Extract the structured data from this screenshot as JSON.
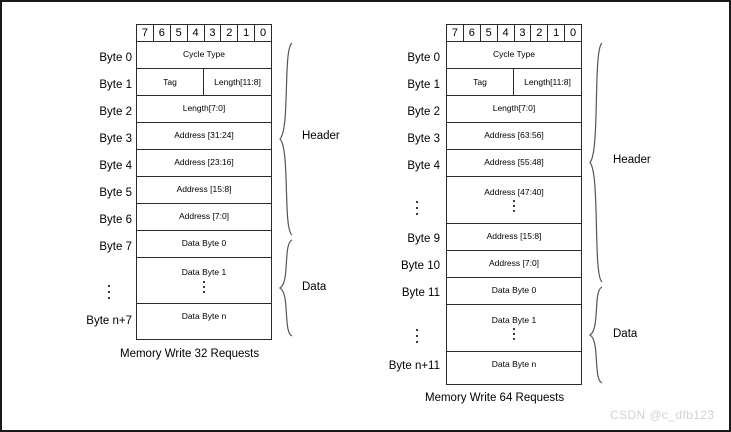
{
  "bit_header": [
    "7",
    "6",
    "5",
    "4",
    "3",
    "2",
    "1",
    "0"
  ],
  "labels": {
    "header": "Header",
    "data": "Data"
  },
  "watermark": "CSDN @c_dfb123",
  "diagrams": [
    {
      "id": "mw32",
      "caption": "Memory Write 32 Requests",
      "byte_labels": [
        {
          "text": "Byte 0"
        },
        {
          "text": "Byte 1"
        },
        {
          "text": "Byte 2"
        },
        {
          "text": "Byte 3"
        },
        {
          "text": "Byte 4"
        },
        {
          "text": "Byte 5"
        },
        {
          "text": "Byte 6"
        },
        {
          "text": "Byte 7"
        },
        {
          "text": "⋮",
          "ellipsis": true
        },
        {
          "text": "Byte n+7"
        }
      ],
      "rows": [
        {
          "type": "single",
          "text": "Cycle Type"
        },
        {
          "type": "split",
          "left": "Tag",
          "right": "Length[11:8]"
        },
        {
          "type": "single",
          "text": "Length[7:0]"
        },
        {
          "type": "single",
          "text": "Address [31:24]"
        },
        {
          "type": "single",
          "text": "Address [23:16]"
        },
        {
          "type": "single",
          "text": "Address [15:8]"
        },
        {
          "type": "single",
          "text": "Address [7:0]"
        },
        {
          "type": "single",
          "text": "Data Byte 0"
        },
        {
          "type": "stack",
          "text": "Data Byte 1"
        },
        {
          "type": "single",
          "text": "Data Byte n"
        }
      ]
    },
    {
      "id": "mw64",
      "caption": "Memory Write 64 Requests",
      "byte_labels": [
        {
          "text": "Byte 0"
        },
        {
          "text": "Byte 1"
        },
        {
          "text": "Byte 2"
        },
        {
          "text": "Byte 3"
        },
        {
          "text": "Byte 4"
        },
        {
          "text": "⋮",
          "ellipsis": true
        },
        {
          "text": "Byte 9"
        },
        {
          "text": "Byte 10"
        },
        {
          "text": "Byte 11"
        },
        {
          "text": "⋮",
          "ellipsis": true
        },
        {
          "text": "Byte n+11"
        }
      ],
      "rows": [
        {
          "type": "single",
          "text": "Cycle Type"
        },
        {
          "type": "split",
          "left": "Tag",
          "right": "Length[11:8]"
        },
        {
          "type": "single",
          "text": "Length[7:0]"
        },
        {
          "type": "single",
          "text": "Address [63:56]"
        },
        {
          "type": "single",
          "text": "Address [55:48]"
        },
        {
          "type": "stack",
          "text": "Address [47:40]"
        },
        {
          "type": "single",
          "text": "Address [15:8]"
        },
        {
          "type": "single",
          "text": "Address [7:0]"
        },
        {
          "type": "single",
          "text": "Data Byte 0"
        },
        {
          "type": "stack",
          "text": "Data Byte 1"
        },
        {
          "type": "single",
          "text": "Data Byte n"
        }
      ]
    }
  ]
}
